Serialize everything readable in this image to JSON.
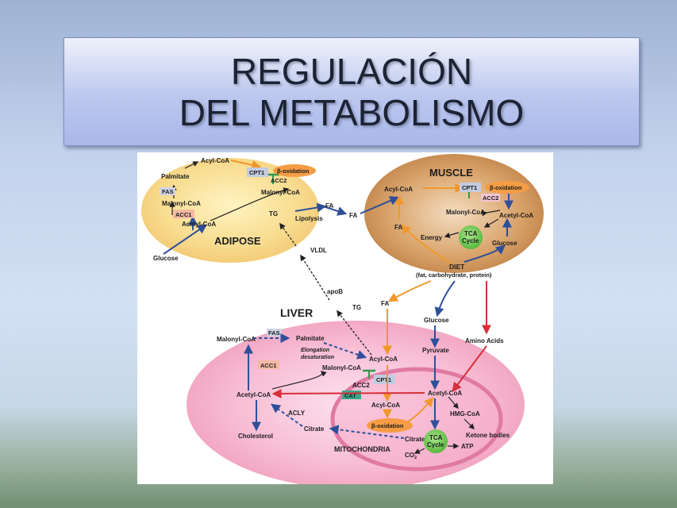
{
  "title": {
    "line1": "REGULACIÓN",
    "line2": "DEL METABOLISMO"
  },
  "diagram": {
    "adipose": {
      "label": "ADIPOSE",
      "acyl_coa": "Acyl-CoA",
      "palmitate": "Palmitate",
      "fas": "FAS",
      "malonyl_coa": "Malonyl-CoA",
      "acc1": "ACC1",
      "acetyl_coa": "Acetyl-CoA",
      "cpt1": "CPT1",
      "beta_oxidation": "β-oxidation",
      "acc2": "ACC2",
      "malonyl_coa_2": "Malonyl-CoA",
      "tg": "TG",
      "lipolysis": "Lipolysis",
      "fa": "FA"
    },
    "outside": {
      "glucose": "Glucose",
      "fa": "FA",
      "vldl": "VLDL",
      "apob": "apoB",
      "tg": "TG",
      "diet": "DIET",
      "diet_sub": "(fat, carbohydrate, protein)"
    },
    "muscle": {
      "label": "MUSCLE",
      "acyl_coa": "Acyl-CoA",
      "cpt1": "CPT1",
      "beta_oxidation": "β-oxidation",
      "acc2": "ACC2",
      "malonyl_coa": "Malonyl-CoA",
      "acetyl_coa": "Acetyl-CoA",
      "fa": "FA",
      "energy": "Energy",
      "tca_line1": "TCA",
      "tca_line2": "Cycle",
      "glucose": "Glucose"
    },
    "liver": {
      "label": "LIVER",
      "fa": "FA",
      "glucose": "Glucose",
      "pyruvate": "Pyruvate",
      "amino_acids": "Amino Acids",
      "malonyl_coa": "Malonyl-CoA",
      "fas": "FAS",
      "palmitate": "Palmitate",
      "elongation_line1": "Elongation",
      "elongation_line2": "desaturation",
      "acyl_coa": "Acyl-CoA",
      "acc1": "ACC1",
      "malonyl_coa_2": "Malonyl-CoA",
      "cpt1": "CPT1",
      "acc2": "ACC2",
      "cat": "CAT",
      "acetyl_coa_left": "Acetyl-CoA",
      "acetyl_coa_mito": "Acetyl-CoA",
      "acyl_coa_mito": "Acyl-CoA",
      "hmg_coa": "HMG-CoA",
      "aclv": "ACLY",
      "citrate_left": "Citrate",
      "cholesterol": "Cholesterol",
      "beta_oxidation": "β-oxidation",
      "ketone_bodies": "Ketone bodies",
      "citrate_mito": "Citrate",
      "tca_line1": "TCA",
      "tca_line2": "Cycle",
      "atp": "ATP",
      "co2": "CO",
      "co2_sub": "2",
      "mitochondria": "MITOCHONDRIA"
    }
  },
  "colors": {
    "pathway_blue": "#2f4f9a",
    "pathway_orange": "#f0982a",
    "pathway_red": "#d6303a",
    "inhibition_green": "#2f9a4a"
  }
}
